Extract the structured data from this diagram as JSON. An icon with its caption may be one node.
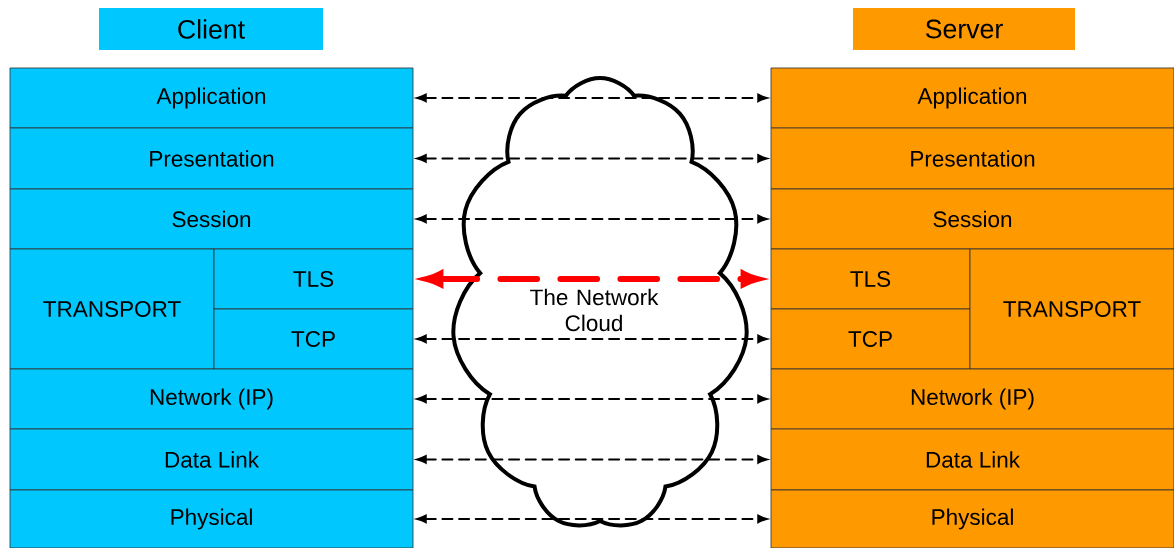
{
  "diagram": {
    "nodes": [
      {
        "text": [
          "Client"
        ]
      },
      {
        "text": [
          "Server"
        ]
      },
      {
        "text": [
          "Application"
        ]
      },
      {
        "text": [
          "Presentation"
        ]
      },
      {
        "text": [
          "Session"
        ]
      },
      {
        "text": [
          "TRANSPORT"
        ]
      },
      {
        "text": [
          "TLS"
        ]
      },
      {
        "text": [
          "TCP"
        ]
      },
      {
        "text": [
          "Network (IP)"
        ]
      },
      {
        "text": [
          "Data Link"
        ]
      },
      {
        "text": [
          "Physical"
        ]
      },
      {
        "text": [
          "Application"
        ]
      },
      {
        "text": [
          "Presentation"
        ]
      },
      {
        "text": [
          "Session"
        ]
      },
      {
        "text": [
          "TLS"
        ]
      },
      {
        "text": [
          "TCP"
        ]
      },
      {
        "text": [
          "TRANSPORT"
        ]
      },
      {
        "text": [
          "Network (IP)"
        ]
      },
      {
        "text": [
          "Data Link"
        ]
      },
      {
        "text": [
          "Physical"
        ]
      }
    ],
    "labels": [
      "The Network Cloud"
    ],
    "edges": [
      {
        "from": 2,
        "to": 11,
        "arrow": "both",
        "style": "dashed"
      },
      {
        "from": 3,
        "to": 12,
        "arrow": "both",
        "style": "dashed"
      },
      {
        "from": 4,
        "to": 13,
        "arrow": "both",
        "style": "dashed"
      },
      {
        "from": 6,
        "to": 14,
        "arrow": "both",
        "style": "dashed",
        "color": "#ff0000"
      },
      {
        "from": 7,
        "to": 15,
        "arrow": "both",
        "style": "dashed"
      },
      {
        "from": 8,
        "to": 17,
        "arrow": "both",
        "style": "dashed"
      },
      {
        "from": 9,
        "to": 18,
        "arrow": "both",
        "style": "dashed"
      },
      {
        "from": 10,
        "to": 19,
        "arrow": "both",
        "style": "dashed"
      }
    ]
  }
}
